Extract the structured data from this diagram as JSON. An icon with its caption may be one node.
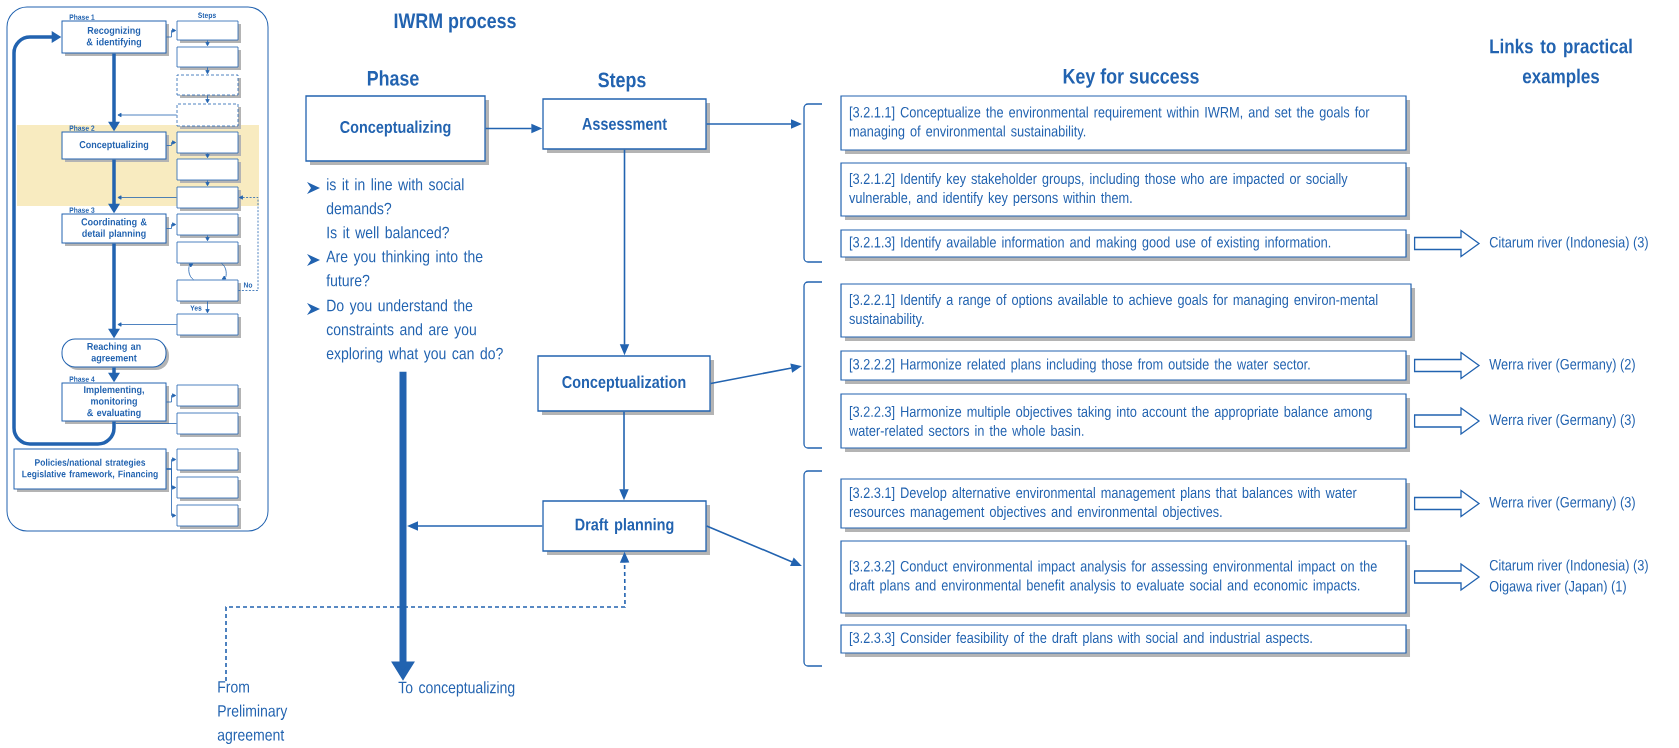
{
  "diagram": {
    "title": "IWRM process",
    "nodes": [
      {
        "text": [
          "Phase 1",
          "Recognizing & identifying"
        ]
      },
      {
        "text": [],
        "shape": "box"
      },
      {
        "text": [],
        "shape": "box"
      },
      {
        "text": [],
        "shape": "box"
      },
      {
        "text": [],
        "shape": "box"
      },
      {
        "text": [
          "Phase 2",
          "Conceptualizing"
        ]
      },
      {
        "text": [],
        "shape": "box"
      },
      {
        "text": [],
        "shape": "box"
      },
      {
        "text": [],
        "shape": "box"
      },
      {
        "text": [
          "Phase 3",
          "Coordinating & detail planning"
        ]
      },
      {
        "text": [],
        "shape": "box"
      },
      {
        "text": [],
        "shape": "box"
      },
      {
        "text": [],
        "shape": "box"
      },
      {
        "text": [],
        "shape": "box"
      },
      {
        "text": [
          "Reaching an agreement"
        ]
      },
      {
        "text": [
          "Phase 4",
          "Implementing, monitoring & evaluating"
        ]
      },
      {
        "text": [],
        "shape": "box"
      },
      {
        "text": [],
        "shape": "box"
      },
      {
        "text": [
          "Policies/national strategies Legislative framework, Financing"
        ]
      },
      {
        "text": [],
        "shape": "box"
      },
      {
        "text": [],
        "shape": "box"
      },
      {
        "text": [],
        "shape": "box"
      },
      {
        "text": [
          "Conceptualizing"
        ],
        "beside": [
          "is it in line with social demands?",
          "Is it well balanced?",
          "Are you thinking into the future?",
          "Do you understand the constraints and are you exploring what you can do?"
        ]
      },
      {
        "text": [
          "Assessment"
        ]
      },
      {
        "text": [
          "Conceptualization"
        ]
      },
      {
        "text": [
          "Draft planning"
        ]
      },
      {
        "text": [
          "[3.2.1.1] Conceptualize the environmental requirement within IWRM, and set the goals for managing of environmental sustainability."
        ]
      },
      {
        "text": [
          "[3.2.1.2] Identify key stakeholder groups, including those who are impacted or socially vulnerable, and identify key persons within them."
        ]
      },
      {
        "text": [
          "[3.2.1.3] Identify available information and making good use of existing information."
        ]
      },
      {
        "text": [
          "[3.2.2.1] Identify a range of options available to achieve goals for managing environ-mental sustainability."
        ]
      },
      {
        "text": [
          "[3.2.2.2] Harmonize related plans including those from outside the water sector."
        ]
      },
      {
        "text": [
          "[3.2.2.3] Harmonize multiple objectives taking into account the appropriate balance among water-related sectors in the whole basin."
        ]
      },
      {
        "text": [
          "[3.2.3.1] Develop alternative environmental management plans that balances with water resources management objectives and environmental objectives."
        ]
      },
      {
        "text": [
          "[3.2.3.2] Conduct environmental impact analysis for assessing environmental impact on the draft plans and environmental benefit analysis to evaluate social and economic impacts."
        ]
      },
      {
        "text": [
          "[3.2.3.3] Consider feasibility of the draft plans with social and industrial aspects."
        ]
      },
      {
        "text": [
          "Citarum river (Indonesia) (3)"
        ]
      },
      {
        "text": [
          "Werra river (Germany) (2)"
        ]
      },
      {
        "text": [
          "Werra river (Germany) (3)"
        ]
      },
      {
        "text": [
          "Werra river (Germany) (3)"
        ]
      },
      {
        "text": [
          "Citarum river (Indonesia) (3)",
          "Oigawa river (Japan) (1)"
        ]
      },
      {
        "text": [
          "To conceptualizing"
        ]
      },
      {
        "text": [
          "From Preliminary agreement"
        ]
      }
    ],
    "edges": [
      {
        "from": 0,
        "to": 5,
        "arrow": "to",
        "style": "thick"
      },
      {
        "from": 5,
        "to": 9,
        "arrow": "to",
        "style": "thick"
      },
      {
        "from": 9,
        "to": 14,
        "arrow": "to",
        "style": "thick"
      },
      {
        "from": 14,
        "to": 15,
        "arrow": "to",
        "style": "thick"
      },
      {
        "from": 15,
        "to": 0,
        "arrow": "to",
        "style": "thick"
      },
      {
        "from": 0,
        "to": 1,
        "arrow": "to"
      },
      {
        "from": 1,
        "to": 2,
        "arrow": "to"
      },
      {
        "from": 2,
        "to": 3,
        "arrow": "to"
      },
      {
        "from": 3,
        "to": 4,
        "arrow": "to"
      },
      {
        "from": 4,
        "to": 5,
        "arrow": "to"
      },
      {
        "from": 5,
        "to": 6,
        "arrow": "to"
      },
      {
        "from": 6,
        "to": 7,
        "arrow": "to"
      },
      {
        "from": 7,
        "to": 8,
        "arrow": "to"
      },
      {
        "from": 8,
        "to": 9,
        "arrow": "to"
      },
      {
        "from": 9,
        "to": 10,
        "arrow": "to"
      },
      {
        "from": 10,
        "to": 11,
        "arrow": "to"
      },
      {
        "from": 11,
        "to": 12,
        "arrow": "to"
      },
      {
        "from": 12,
        "to": 11,
        "arrow": "to"
      },
      {
        "from": 12,
        "to": 13,
        "arrow": "to",
        "label": "Yes"
      },
      {
        "from": 12,
        "to": 8,
        "arrow": "to",
        "style": "dashed",
        "label": "No"
      },
      {
        "from": 13,
        "to": 14,
        "arrow": "to"
      },
      {
        "from": 15,
        "to": 16,
        "arrow": "to"
      },
      {
        "from": 17,
        "to": 15,
        "arrow": "none"
      },
      {
        "from": 18,
        "to": 19,
        "arrow": "to"
      },
      {
        "from": 18,
        "to": 20,
        "arrow": "to"
      },
      {
        "from": 18,
        "to": 21,
        "arrow": "to"
      },
      {
        "from": 22,
        "to": 23,
        "arrow": "to"
      },
      {
        "from": 23,
        "to": 24,
        "arrow": "to"
      },
      {
        "from": 24,
        "to": 25,
        "arrow": "to"
      },
      {
        "from": 25,
        "to": null,
        "arrow": "to"
      },
      {
        "from": 22,
        "to": 40,
        "arrow": "to",
        "style": "thick"
      },
      {
        "from": 41,
        "to": 25,
        "arrow": "to",
        "style": "dashed"
      },
      {
        "from": 23,
        "to": null,
        "arrow": "to"
      },
      {
        "from": 24,
        "to": null,
        "arrow": "to"
      },
      {
        "from": 25,
        "to": null,
        "arrow": "to"
      },
      {
        "from": 28,
        "to": 35,
        "arrow": "to"
      },
      {
        "from": 30,
        "to": 36,
        "arrow": "to"
      },
      {
        "from": 31,
        "to": 37,
        "arrow": "to"
      },
      {
        "from": 32,
        "to": 38,
        "arrow": "to"
      },
      {
        "from": 33,
        "to": 39,
        "arrow": "to"
      }
    ],
    "labels": [
      "Steps",
      "Phase",
      "Steps",
      "Key for success",
      "Links to practical examples"
    ]
  }
}
